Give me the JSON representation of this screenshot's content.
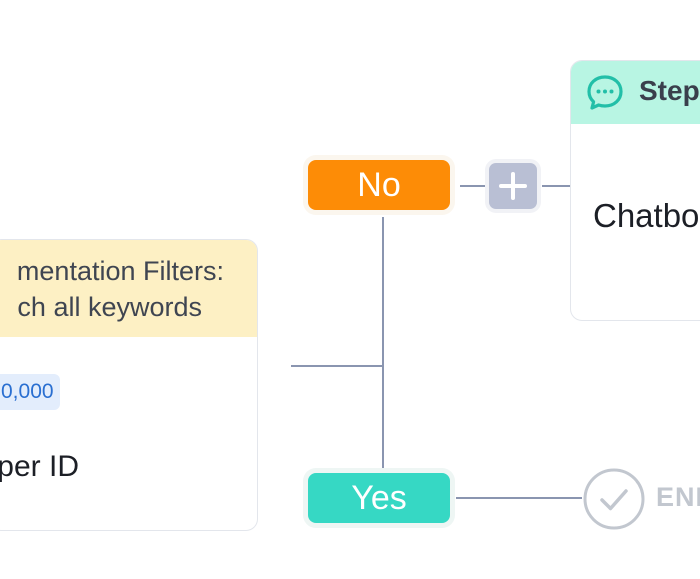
{
  "filter_card": {
    "title_line1": "mentation Filters:",
    "title_line2": "ch all keywords",
    "tag_value": "0,000",
    "field_label": "per ID"
  },
  "branches": {
    "no_label": "No",
    "yes_label": "Yes"
  },
  "step_card": {
    "title": "Step",
    "body": "Chatbo"
  },
  "end_node": {
    "label": "END"
  },
  "colors": {
    "no_pill": "#fd8c06",
    "yes_pill": "#36d8c4",
    "filter_header": "#fdf0c4",
    "step_header": "#b8f5e3",
    "connector": "#8a95b0",
    "tag_text": "#2a6fd1"
  },
  "icons": {
    "step": "chat-bubble-icon",
    "add": "plus-icon",
    "end": "check-circle-icon"
  }
}
